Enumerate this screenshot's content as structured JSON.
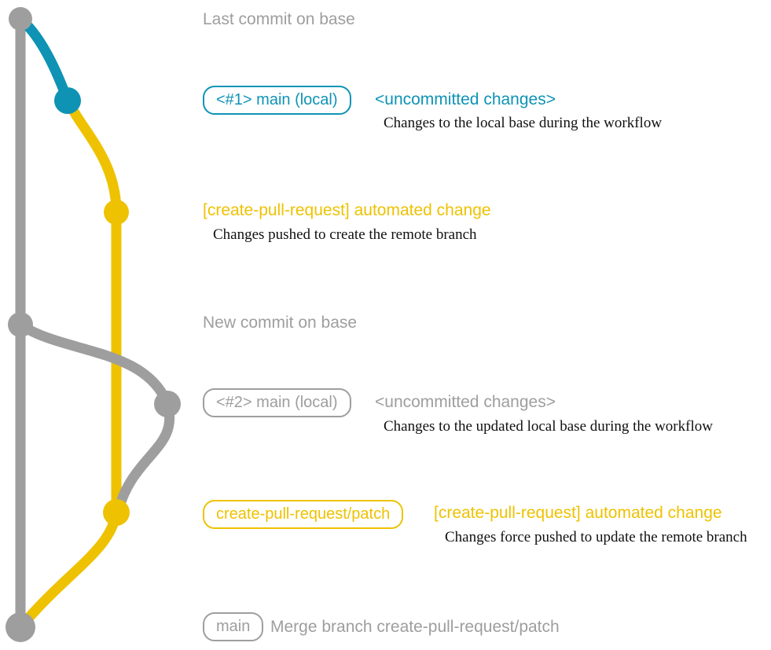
{
  "colors": {
    "gray": "#9e9e9e",
    "teal": "#0e93b5",
    "yellow": "#eec201",
    "caption": "#111111"
  },
  "rows": [
    {
      "label": "Last commit on base"
    },
    {
      "badge": "<#1> main (local)",
      "title": "<uncommitted changes>",
      "caption": "Changes to the local base during the workflow"
    },
    {
      "title": "[create-pull-request] automated change",
      "caption": "Changes pushed to create the remote branch"
    },
    {
      "label": "New commit on base"
    },
    {
      "badge": "<#2> main (local)",
      "title": "<uncommitted changes>",
      "caption": "Changes to the updated local base during the workflow"
    },
    {
      "badge": "create-pull-request/patch",
      "title": "[create-pull-request] automated change",
      "caption": "Changes force pushed to update the remote branch"
    },
    {
      "badge": "main",
      "label": "Merge branch create-pull-request/patch"
    }
  ],
  "graph": {
    "commit_nodes": [
      "last-commit-on-base",
      "local-main-uncommitted-1",
      "patch-branch-commit-1",
      "new-commit-on-base",
      "local-main-uncommitted-2",
      "patch-branch-commit-2",
      "merge-commit-on-main"
    ]
  }
}
